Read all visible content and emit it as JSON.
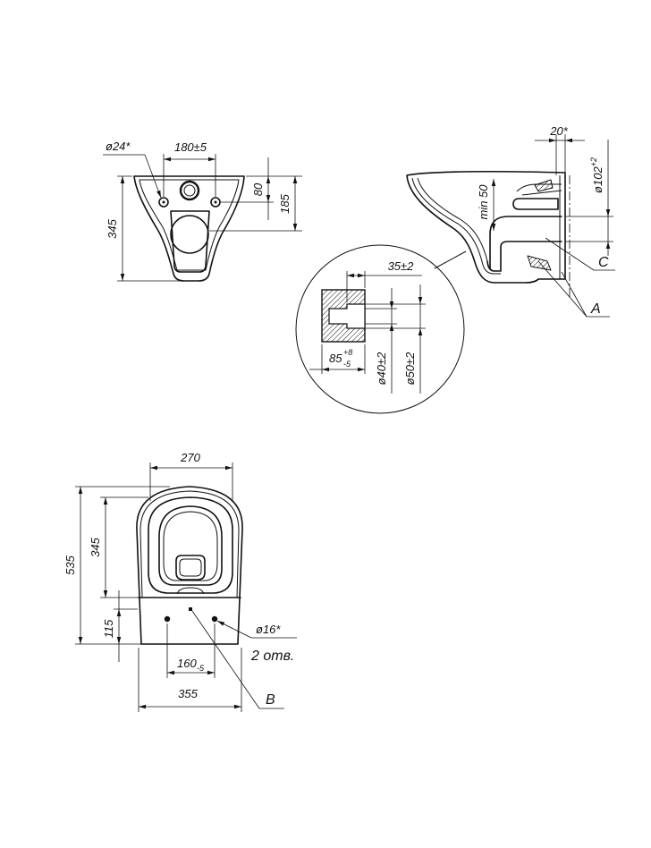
{
  "front_view": {
    "hole_diameter": "ø24*",
    "hole_spacing": "180±5",
    "inlet_height": "80",
    "outlet_height": "185",
    "height": "345"
  },
  "side_view": {
    "wall_gap": "20*",
    "outlet_diameter": "ø102",
    "outlet_diameter_tolerance": "+2",
    "water_seal": "min 50",
    "callout_c": "C",
    "callout_a": "A"
  },
  "detail_a": {
    "socket_depth": "35±2",
    "socket_length": "85",
    "socket_length_upper_tolerance": "+8",
    "socket_length_lower_tolerance": "-5",
    "inner_diameter": "ø40±2",
    "outer_diameter": "ø50±2"
  },
  "top_view": {
    "width": "270",
    "length": "535",
    "front_to_hinge": "345",
    "hinge_to_wall": "115",
    "fixing_hole_diameter": "ø16*",
    "fixing_hole_count": "2 отв.",
    "fixing_spacing": "160",
    "fixing_spacing_tolerance": "-5",
    "fixing_width": "355",
    "callout_b": "B"
  }
}
